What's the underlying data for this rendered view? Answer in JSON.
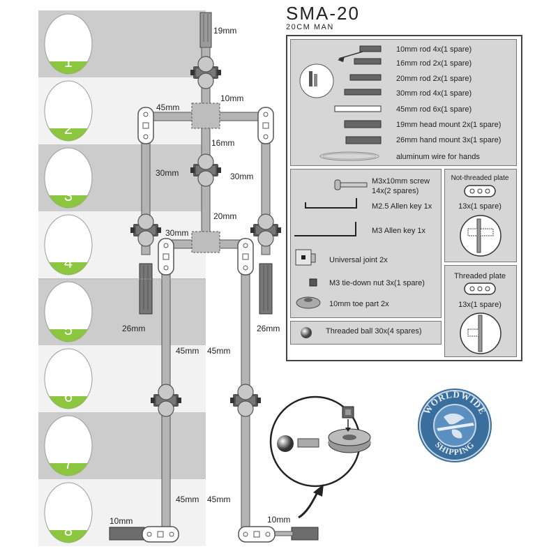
{
  "header": {
    "title": "SMA-20",
    "subtitle": "20CM MAN"
  },
  "steps": [
    "1",
    "2",
    "3",
    "4",
    "5",
    "6",
    "7",
    "8"
  ],
  "dimensions": {
    "head_rod": "19mm",
    "neck_rod": "10mm",
    "shoulder_rod": "45mm",
    "spine_upper": "16mm",
    "upper_arm_left": "30mm",
    "upper_arm_right": "30mm",
    "spine_lower": "20mm",
    "hip_rod": "30mm",
    "hand_left": "26mm",
    "hand_right": "26mm",
    "thigh_left": "45mm",
    "thigh_right": "45mm",
    "shin_left": "45mm",
    "shin_right": "45mm",
    "foot_left": "10mm",
    "foot_right": "10mm"
  },
  "parts_list": [
    "10mm rod 4x(1 spare)",
    "16mm rod 2x(1 spare)",
    "20mm rod 2x(1 spare)",
    "30mm rod 4x(1 spare)",
    "45mm rod 6x(1 spare)",
    "19mm head mount 2x(1 spare)",
    "26mm hand mount 3x(1 spare)",
    "aluminum wire for hands"
  ],
  "hardware": {
    "screw_line1": "M3x10mm screw",
    "screw_line2": "14x(2 spares)",
    "allen_25": "M2.5 Allen key 1x",
    "allen_3": "M3 Allen key 1x",
    "universal_joint": "Universal joint  2x",
    "tiedown_nut": "M3 tie-down nut 3x(1 spare)",
    "toe_part": "10mm toe part 2x",
    "threaded_ball": "Threaded ball 30x(4 spares)"
  },
  "plates": {
    "non_threaded_title": "Not-threaded plate",
    "non_threaded_qty": "13x(1 spare)",
    "threaded_title": "Threaded plate",
    "threaded_qty": "13x(1 spare)"
  },
  "stamp": {
    "line1": "WORLDWIDE",
    "line2": "SHIPPING"
  },
  "colors": {
    "accent_green": "#8cc63f",
    "band_grey": "#cccccc",
    "rod_grey": "#b4b4b4",
    "panel_grey": "#d6d6d6",
    "stamp_blue": "#3a6e9c"
  }
}
